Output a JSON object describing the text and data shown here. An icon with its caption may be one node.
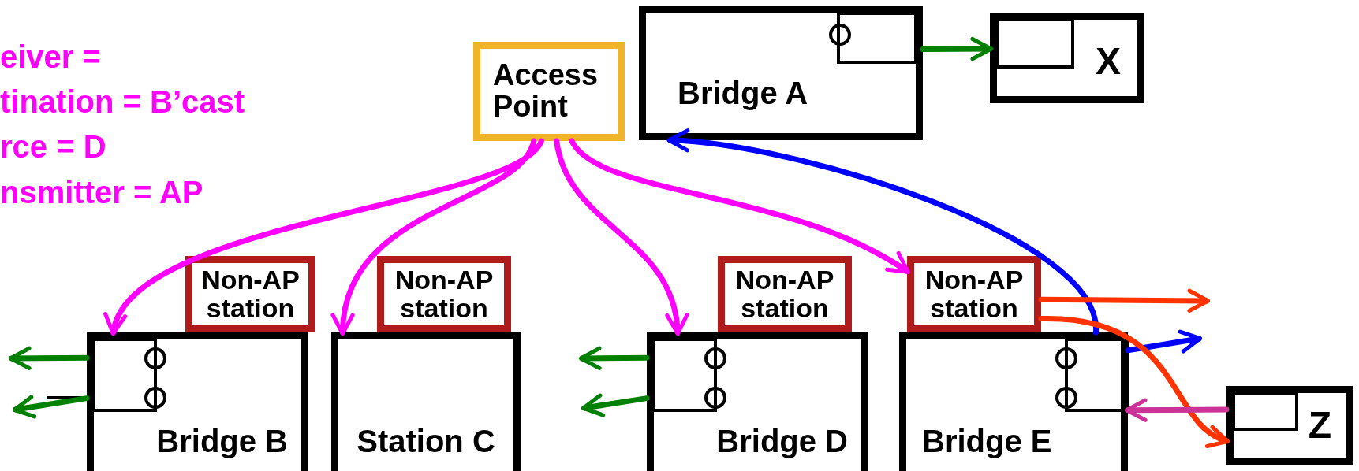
{
  "diagram": {
    "nodes": [
      {
        "text": [
          "Bridge A"
        ]
      },
      {
        "text": [
          "Access Point"
        ]
      },
      {
        "text": [
          "X"
        ]
      },
      {
        "text": [
          "Non-AP station"
        ]
      },
      {
        "text": [
          "Non-AP station"
        ]
      },
      {
        "text": [
          "Non-AP station"
        ]
      },
      {
        "text": [
          "Non-AP station"
        ]
      },
      {
        "text": [
          "Bridge B"
        ]
      },
      {
        "text": [
          "Station C"
        ]
      },
      {
        "text": [
          "Bridge D"
        ]
      },
      {
        "text": [
          "Bridge E"
        ]
      },
      {
        "text": [
          "Z"
        ]
      }
    ],
    "edges": [
      {
        "from": 1,
        "to": 7,
        "arrow": "to",
        "color": "#ff00ff"
      },
      {
        "from": 1,
        "to": 8,
        "arrow": "to",
        "color": "#ff00ff"
      },
      {
        "from": 1,
        "to": 9,
        "arrow": "to",
        "color": "#ff00ff"
      },
      {
        "from": 1,
        "to": 6,
        "arrow": "to",
        "color": "#ff00ff"
      },
      {
        "from": 0,
        "to": 2,
        "arrow": "to"
      },
      {
        "from": 7,
        "to": null,
        "arrow": "to"
      },
      {
        "from": 7,
        "to": null,
        "arrow": "to"
      },
      {
        "from": 9,
        "to": null,
        "arrow": "to"
      },
      {
        "from": 9,
        "to": null,
        "arrow": "to"
      },
      {
        "from": 10,
        "to": 0,
        "arrow": "to",
        "color": "#0000ff"
      },
      {
        "from": 10,
        "to": null,
        "arrow": "to",
        "color": "#0000ff"
      },
      {
        "from": 6,
        "to": null,
        "arrow": "to",
        "color": "#ff3300"
      },
      {
        "from": 6,
        "to": 11,
        "arrow": "to",
        "color": "#ff3300"
      },
      {
        "from": 11,
        "to": 10,
        "arrow": "to",
        "color": "#cc3399"
      }
    ],
    "labels": [
      "eiver =",
      "tination = B’cast",
      "rce = D",
      "nsmitter = AP"
    ]
  }
}
